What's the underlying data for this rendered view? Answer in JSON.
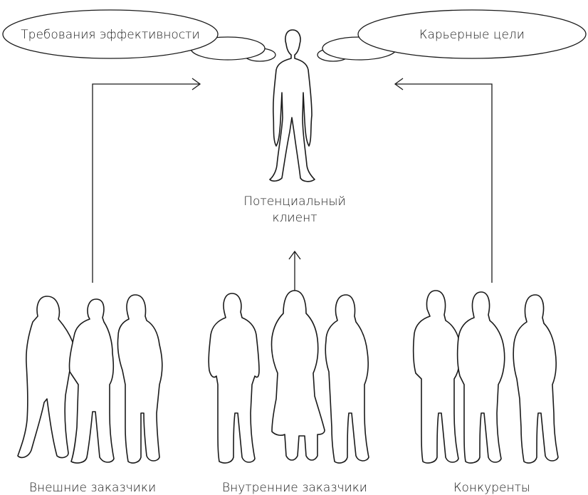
{
  "nodes": {
    "goal_left": "Требования эффективности",
    "goal_right": "Карьерные цели",
    "center_line1": "Потенциальный",
    "center_line2": "клиент",
    "group_left": "Внешние заказчики",
    "group_center": "Внутренние заказчики",
    "group_right": "Конкуренты"
  }
}
